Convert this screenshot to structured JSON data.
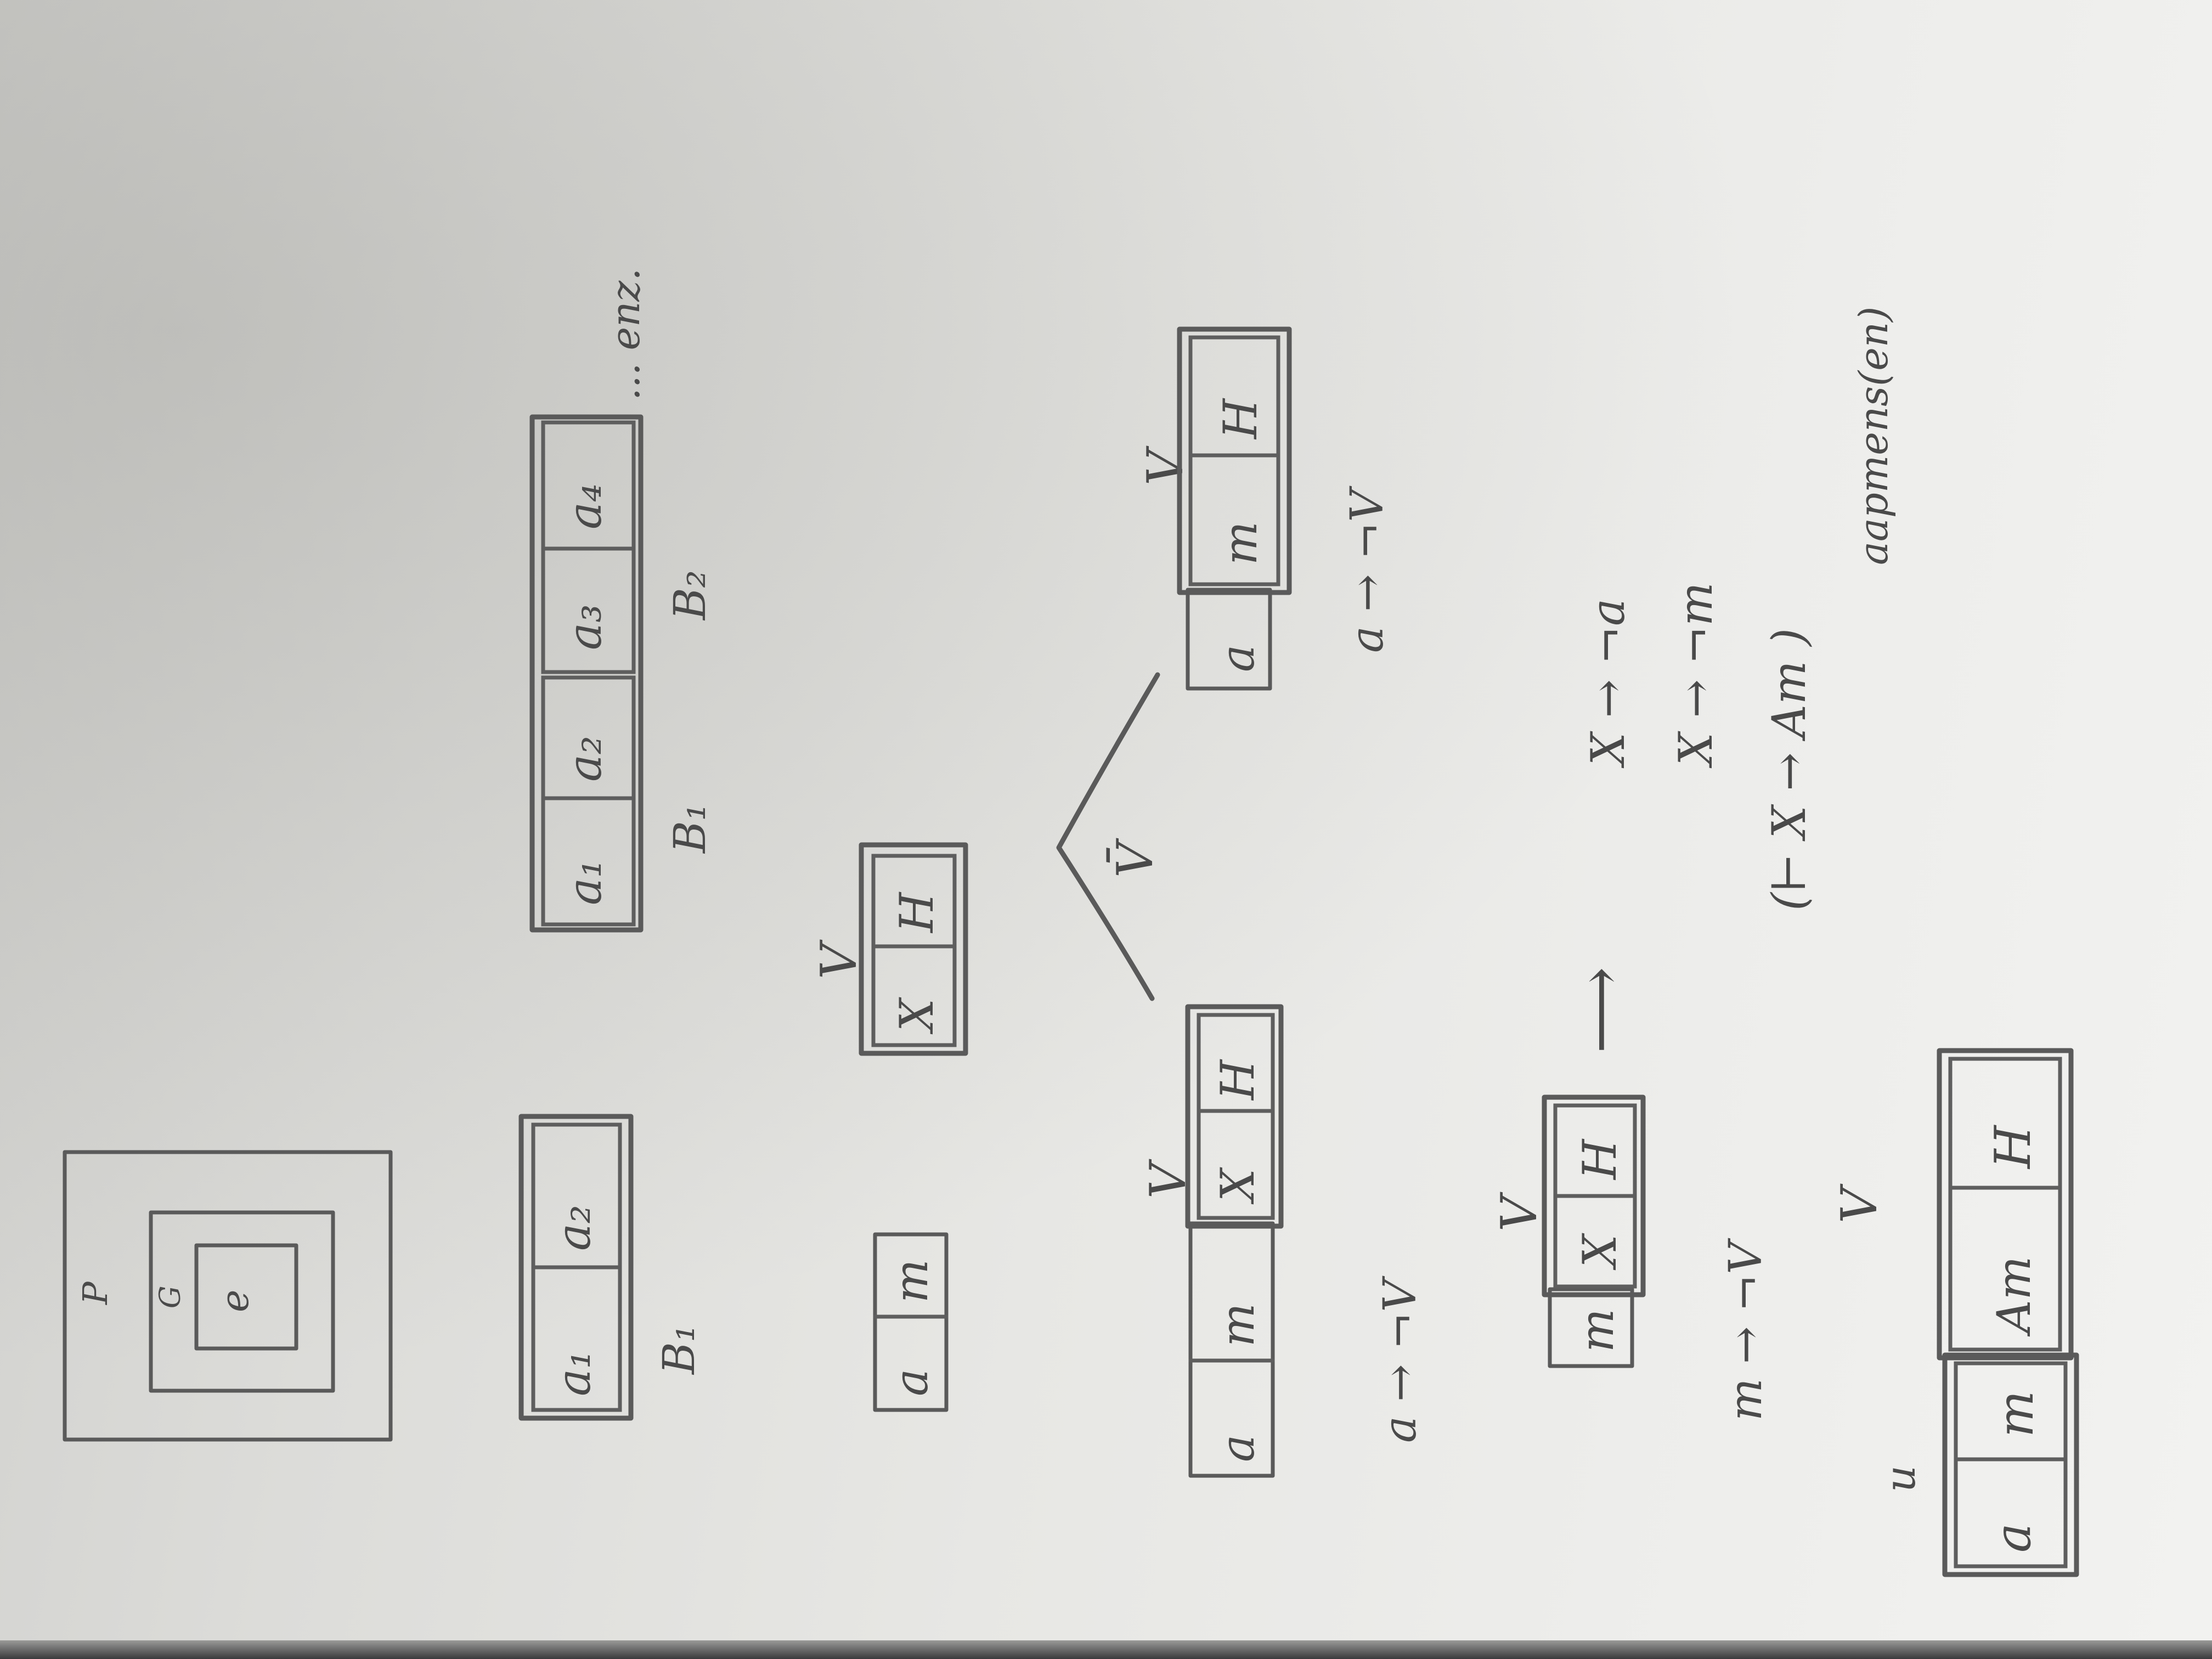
{
  "nested_diagram": {
    "outer": "P",
    "middle": "G",
    "inner": "e"
  },
  "row1": {
    "left_cells": [
      "a₁",
      "a₂"
    ],
    "left_label": "B₁",
    "right_cells": [
      "a₁",
      "a₂",
      "a₃",
      "a₄"
    ],
    "right_labels": [
      "B₁",
      "B₂"
    ],
    "trailing": "... enz."
  },
  "row2": {
    "left_cells": [
      "a",
      "m"
    ],
    "v_label": "V",
    "v_cells": [
      "X",
      "H"
    ]
  },
  "row3": {
    "left_cells": [
      "a",
      "m",
      "X",
      "H"
    ],
    "v_label": "V",
    "rule_left": "a → ¬V",
    "branch_label": "V̄",
    "right_cells": [
      "a",
      "m",
      "H"
    ],
    "right_v_label": "V",
    "rule_right": "a → ¬V"
  },
  "row4": {
    "cells": [
      "m",
      "X",
      "H"
    ],
    "v_label": "V",
    "rule": "m → ¬V",
    "arrow": "⟶",
    "results": [
      "X → ¬a",
      "X → ¬m",
      "(⊢ X → Am )"
    ],
    "note": "aapmens(en)"
  },
  "row5": {
    "u_label": "u",
    "cells": [
      "a",
      "m",
      "Am",
      "H"
    ],
    "v_label": "V"
  }
}
